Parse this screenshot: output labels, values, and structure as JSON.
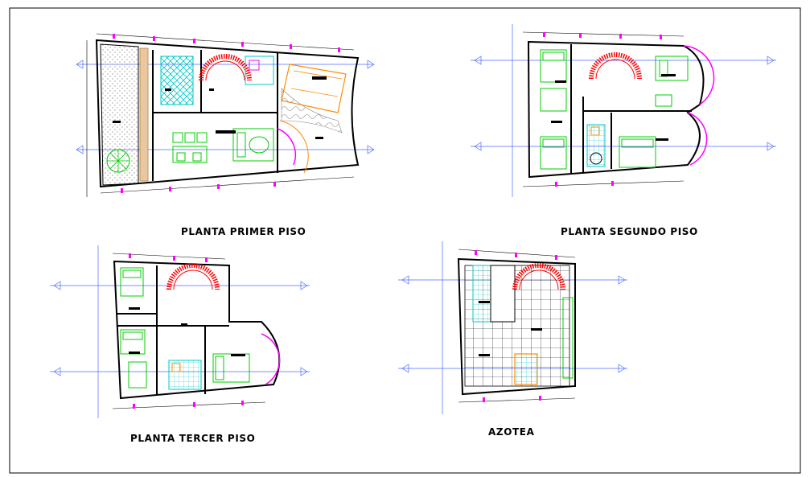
{
  "sheet": {
    "colors": {
      "wall": "#000000",
      "green": "#00cc00",
      "magenta": "#ff00ff",
      "red": "#ff0000",
      "cyan": "#00c8c8",
      "orange": "#ff8c00",
      "gray": "#666666",
      "hatch": "#c8c8c8"
    }
  },
  "plans": [
    {
      "title": "PLANTA PRIMER PISO"
    },
    {
      "title": "PLANTA SEGUNDO PISO"
    },
    {
      "title": "PLANTA TERCER PISO"
    },
    {
      "title": "AZOTEA"
    }
  ]
}
